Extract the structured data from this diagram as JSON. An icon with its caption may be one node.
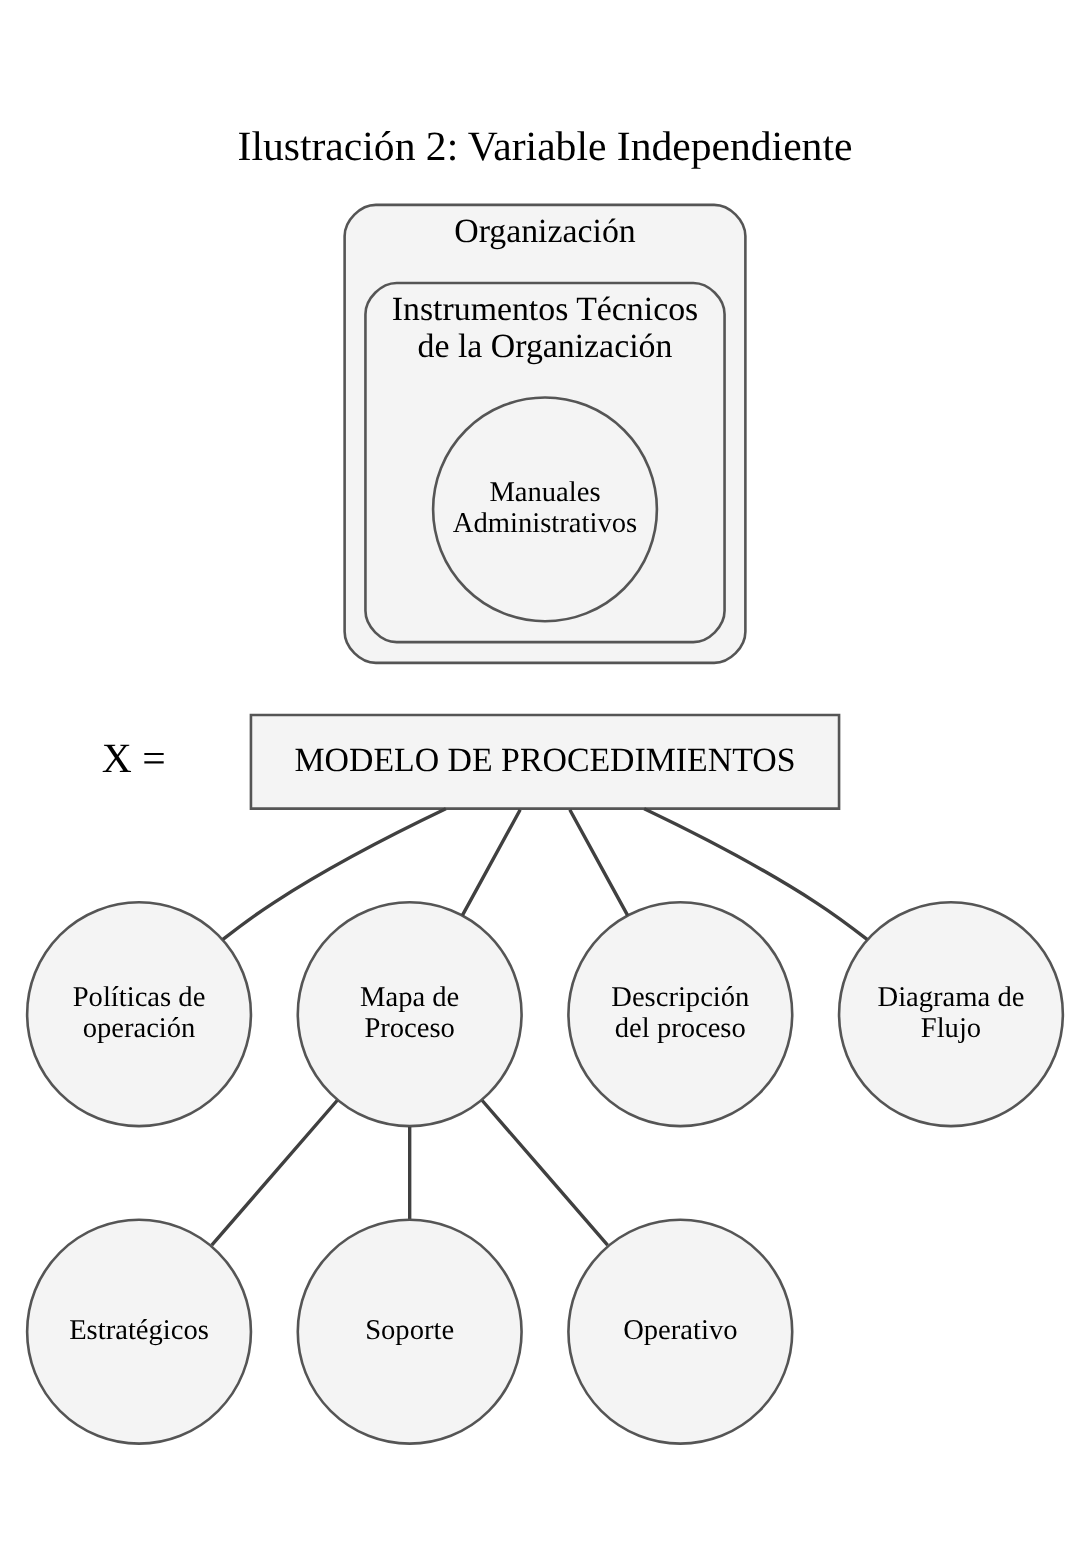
{
  "diagram": {
    "title": "Ilustración 2: Variable Independiente",
    "nodes": [
      {
        "text": [
          "Organización"
        ]
      },
      {
        "text": [
          "Instrumentos Técnicos de la Organización"
        ],
        "in": 0
      },
      {
        "text": [
          "Manuales Administrativos"
        ],
        "in": 1
      },
      {
        "text": [
          "MODELO DE PROCEDIMIENTOS"
        ],
        "beside": [
          "X ="
        ]
      },
      {
        "text": [
          "Políticas de operación"
        ]
      },
      {
        "text": [
          "Mapa de Proceso"
        ]
      },
      {
        "text": [
          "Descripción del proceso"
        ]
      },
      {
        "text": [
          "Diagrama de Flujo"
        ]
      },
      {
        "text": [
          "Estratégicos"
        ]
      },
      {
        "text": [
          "Soporte"
        ]
      },
      {
        "text": [
          "Operativo"
        ]
      }
    ],
    "edges": [
      {
        "from": 3,
        "to": 4,
        "arrow": "none"
      },
      {
        "from": 3,
        "to": 5,
        "arrow": "none"
      },
      {
        "from": 3,
        "to": 6,
        "arrow": "none"
      },
      {
        "from": 3,
        "to": 7,
        "arrow": "none"
      },
      {
        "from": 5,
        "to": 8,
        "arrow": "none"
      },
      {
        "from": 5,
        "to": 9,
        "arrow": "none"
      },
      {
        "from": 5,
        "to": 10,
        "arrow": "none"
      }
    ]
  }
}
